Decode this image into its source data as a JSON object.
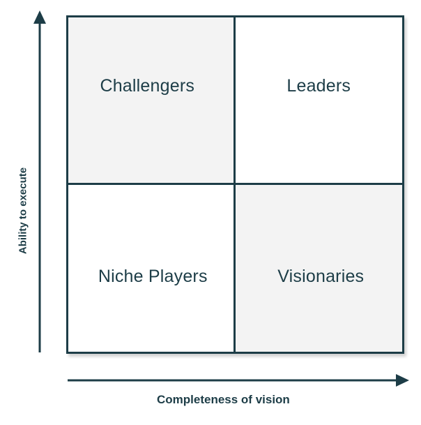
{
  "quadrants": {
    "top_left": "Challengers",
    "top_right": "Leaders",
    "bottom_left": "Niche Players",
    "bottom_right": "Visionaries"
  },
  "axes": {
    "x_label": "Completeness of vision",
    "y_label": "Ability to execute"
  },
  "colors": {
    "line": "#1d3d47",
    "shaded_quadrant": "#f3f3f3",
    "plain_quadrant": "#ffffff"
  }
}
